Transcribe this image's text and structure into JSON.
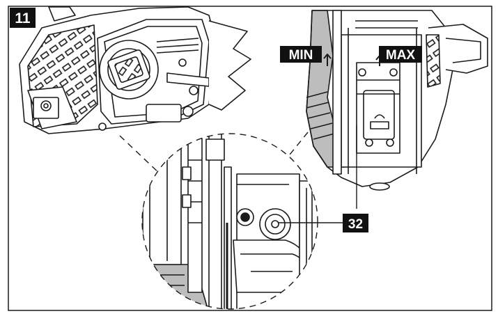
{
  "figure": {
    "number": "11",
    "labels": {
      "min": "MIN",
      "max": "MAX",
      "part": "32"
    }
  },
  "colors": {
    "ink": "#1a1a1a",
    "shade": "#bdbdbd",
    "label_bg": "#111111",
    "label_text": "#ffffff"
  }
}
